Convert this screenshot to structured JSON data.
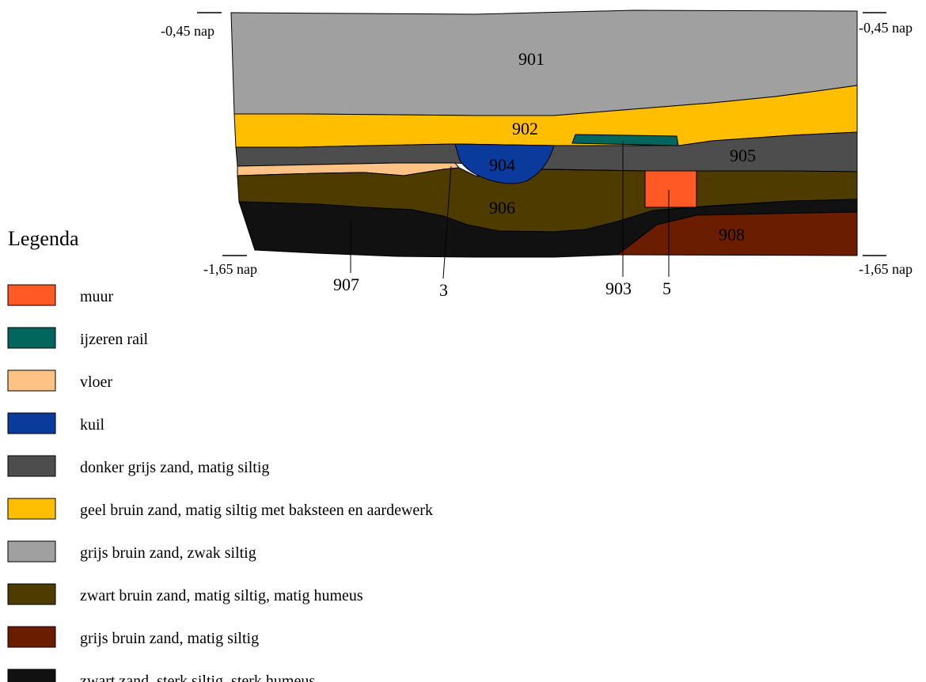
{
  "levels": {
    "top_left": "-0,45 nap",
    "top_right": "-0,45 nap",
    "bottom_left": "-1,65 nap",
    "bottom_right": "-1,65 nap"
  },
  "layers": {
    "l901": "901",
    "l902": "902",
    "l904": "904",
    "l905": "905",
    "l906": "906",
    "l908": "908"
  },
  "callouts": {
    "c907": "907",
    "c3": "3",
    "c903": "903",
    "c5": "5"
  },
  "legend": {
    "title": "Legenda",
    "items": [
      {
        "label": "muur",
        "color": "#ff5a26"
      },
      {
        "label": "ijzeren rail",
        "color": "#00665e"
      },
      {
        "label": "vloer",
        "color": "#ffc285"
      },
      {
        "label": "kuil",
        "color": "#0a3a9c"
      },
      {
        "label": "donker grijs zand, matig siltig",
        "color": "#4d4d4d"
      },
      {
        "label": "geel bruin zand, matig siltig met baksteen en aardewerk",
        "color": "#ffbf00"
      },
      {
        "label": "grijs bruin zand, zwak siltig",
        "color": "#a0a0a0"
      },
      {
        "label": "zwart bruin zand, matig siltig, matig humeus",
        "color": "#4d3b00"
      },
      {
        "label": "grijs bruin zand, matig siltig",
        "color": "#6b1d00"
      },
      {
        "label": "zwart zand, sterk siltig, sterk humeus",
        "color": "#111111"
      }
    ]
  }
}
